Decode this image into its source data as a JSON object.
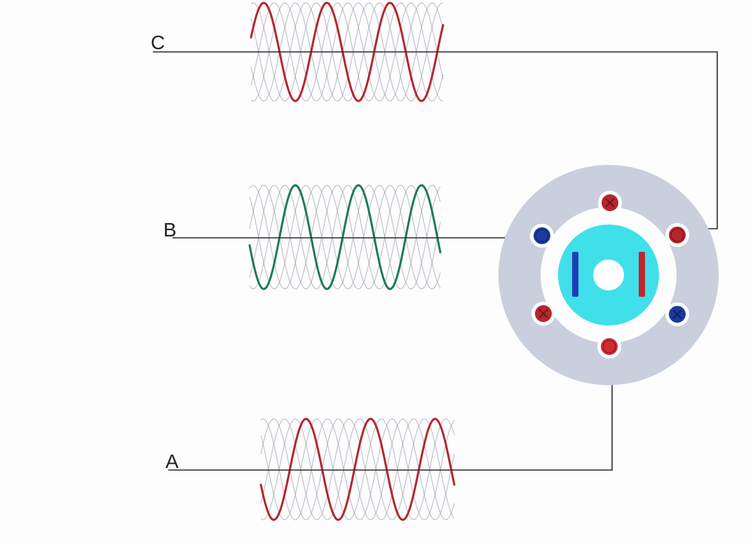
{
  "phases": [
    {
      "id": "C",
      "label": "C",
      "highlight_color": "#b5262f"
    },
    {
      "id": "B",
      "label": "B",
      "highlight_color": "#1f7a5a"
    },
    {
      "id": "A",
      "label": "A",
      "highlight_color": "#b5262f"
    }
  ],
  "motor": {
    "ring_color": "#c9cfdc",
    "rotor_color": "#3fe0ea",
    "pole_colors": {
      "north": "#1f3db8",
      "south": "#c0262c"
    }
  },
  "wire_color": "#2a2a2a",
  "ghost_wave_color": "#9aa0aa"
}
